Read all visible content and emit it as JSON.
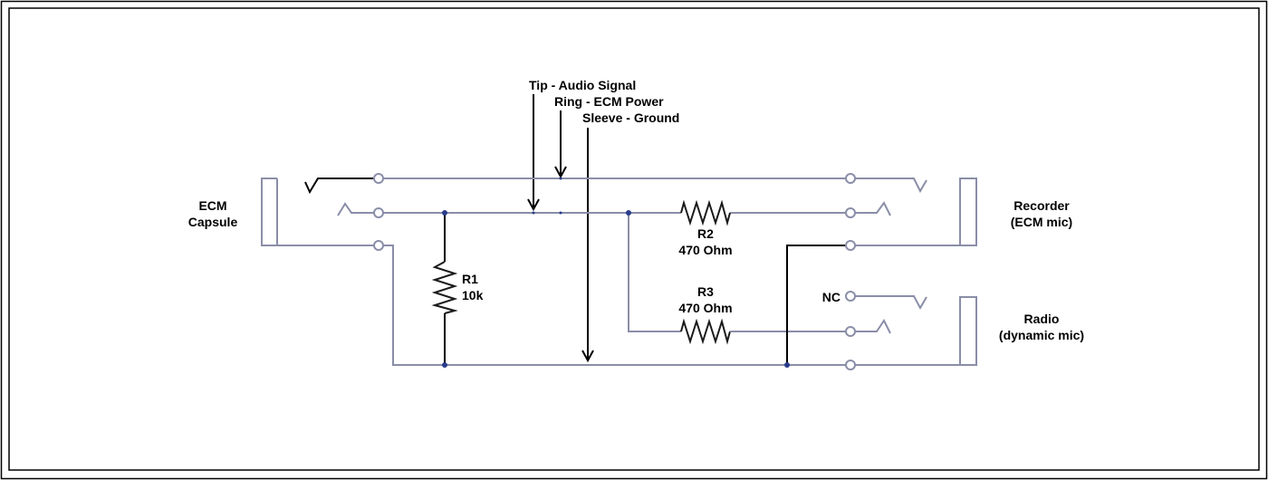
{
  "legend": {
    "tip": "Tip - Audio Signal",
    "ring": "Ring - ECM Power",
    "sleeve": "Sleeve - Ground"
  },
  "ecm": {
    "line1": "ECM",
    "line2": "Capsule"
  },
  "recorder": {
    "line1": "Recorder",
    "line2": "(ECM mic)"
  },
  "radio": {
    "line1": "Radio",
    "line2": "(dynamic mic)"
  },
  "r1": {
    "name": "R1",
    "value": "10k"
  },
  "r2": {
    "name": "R2",
    "value": "470 Ohm"
  },
  "r3": {
    "name": "R3",
    "value": "470 Ohm"
  },
  "nc": "NC",
  "colors": {
    "wire": "#8a8ea8",
    "node": "#2a3c8a",
    "frame": "#000000"
  }
}
